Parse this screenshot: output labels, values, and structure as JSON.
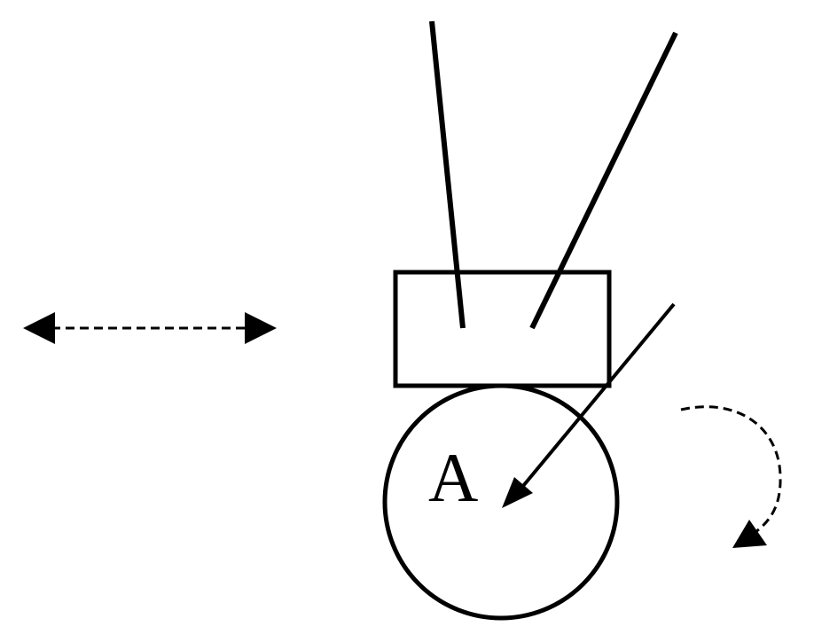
{
  "diagram": {
    "circle_label": "A",
    "stroke_color": "#000000",
    "background_color": "#ffffff",
    "elements": [
      {
        "kind": "circle",
        "name": "circle-body-a"
      },
      {
        "kind": "rectangle",
        "name": "rectangular-block"
      },
      {
        "kind": "line",
        "name": "left-support-line"
      },
      {
        "kind": "line",
        "name": "right-support-line"
      },
      {
        "kind": "arrow",
        "name": "force-arrow-to-center"
      },
      {
        "kind": "dashed-double-arrow",
        "name": "horizontal-motion-double-arrow"
      },
      {
        "kind": "dashed-curved-arrow",
        "name": "rotation-arrow"
      }
    ]
  }
}
